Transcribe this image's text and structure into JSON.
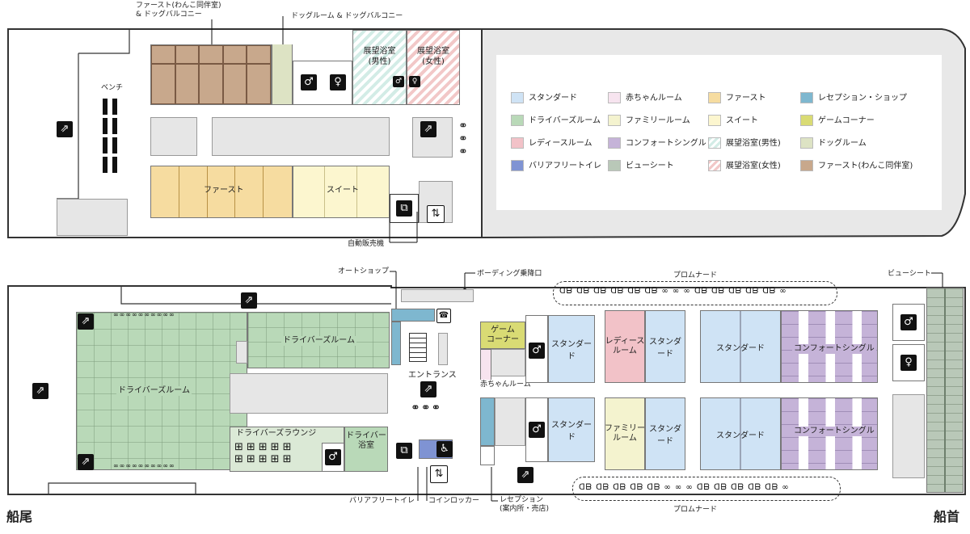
{
  "colors": {
    "standard": "#cfe3f5",
    "baby": "#f7e4ef",
    "first": "#f6dca0",
    "reception": "#7eb7cf",
    "driver": "#b9d9b8",
    "family": "#f4f3cf",
    "suite": "#fcf6cf",
    "game": "#d9db74",
    "ladies": "#f2c2c8",
    "comfort": "#c5b3d8",
    "bath_m": "#d3ece6",
    "dog": "#dde3c4",
    "barrier": "#7f93d3",
    "view": "#b9c8b8",
    "bath_f": "#f2c8c8",
    "wanko": "#c8a88c"
  },
  "upper_deck": {
    "callout_wanko": "ファースト(わんこ同伴室)\n& ドッグバルコニー",
    "callout_dog": "ドッグルーム & ドッグバルコニー",
    "bench": "ベンチ",
    "bath_male": "展望浴室\n(男性)",
    "bath_female": "展望浴室\n(女性)",
    "first": "ファースト",
    "suite": "スイート",
    "vending": "自動販売機"
  },
  "legend": [
    {
      "label": "スタンダード",
      "color": "standard"
    },
    {
      "label": "赤ちゃんルーム",
      "color": "baby"
    },
    {
      "label": "ファースト",
      "color": "first"
    },
    {
      "label": "レセプション・ショップ",
      "color": "reception"
    },
    {
      "label": "ドライバーズルーム",
      "color": "driver"
    },
    {
      "label": "ファミリールーム",
      "color": "family"
    },
    {
      "label": "スイート",
      "color": "suite"
    },
    {
      "label": "ゲームコーナー",
      "color": "game"
    },
    {
      "label": "レディースルーム",
      "color": "ladies"
    },
    {
      "label": "コンフォートシングル",
      "color": "comfort"
    },
    {
      "label": "展望浴室(男性)",
      "color": "bath_m"
    },
    {
      "label": "ドッグルーム",
      "color": "dog"
    },
    {
      "label": "バリアフリートイレ",
      "color": "barrier"
    },
    {
      "label": "ビューシート",
      "color": "view"
    },
    {
      "label": "展望浴室(女性)",
      "color": "bath_f"
    },
    {
      "label": "ファースト(わんこ同伴室)",
      "color": "wanko"
    }
  ],
  "lower_deck": {
    "auto_shop": "オートショップ",
    "boarding": "ボーディング乗降口",
    "promenade_top": "プロムナード",
    "promenade_bottom": "プロムナード",
    "view_seat": "ビューシート",
    "drivers_room_big": "ドライバーズルーム",
    "drivers_room_small": "ドライバーズルーム",
    "entrance": "エントランス",
    "game_corner": "ゲーム\nコーナー",
    "baby_room": "赤ちゃんルーム",
    "standard_1": "スタンダード",
    "standard_2": "スタンダード",
    "standard_3": "スタンダード",
    "standard_4": "スタンダード",
    "standard_5": "スタンダード",
    "standard_6": "スタンダード",
    "ladies_room": "レディース\nルーム",
    "family_room": "ファミリー\nルーム",
    "comfort_1": "コンフォートシングル",
    "comfort_2": "コンフォートシングル",
    "drivers_lounge": "ドライバーズラウンジ",
    "drivers_bath": "ドライバー\n浴室",
    "barrier_free_toilet": "バリアフリートイレ",
    "coin_locker": "コインロッカー",
    "reception": "レセプション\n(案内所・売店)",
    "stern": "船尾",
    "bow": "船首"
  }
}
